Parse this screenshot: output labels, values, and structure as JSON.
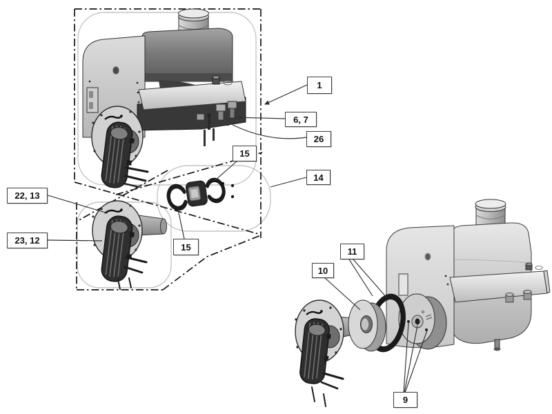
{
  "colors": {
    "background": "#ffffff",
    "line": "#1a1a1a",
    "callout_border": "#3d3d3d",
    "callout_bg": "#ffffff"
  },
  "diagram": {
    "callouts": {
      "c1": {
        "text": "1"
      },
      "c6_7": {
        "text": "6, 7"
      },
      "c26": {
        "text": "26"
      },
      "c15_top": {
        "text": "15"
      },
      "c14": {
        "text": "14"
      },
      "c22_13": {
        "text": "22, 13"
      },
      "c23_12": {
        "text": "23, 12"
      },
      "c15_bottom": {
        "text": "15"
      },
      "c11": {
        "text": "11"
      },
      "c10": {
        "text": "10"
      },
      "c9": {
        "text": "9"
      }
    }
  }
}
